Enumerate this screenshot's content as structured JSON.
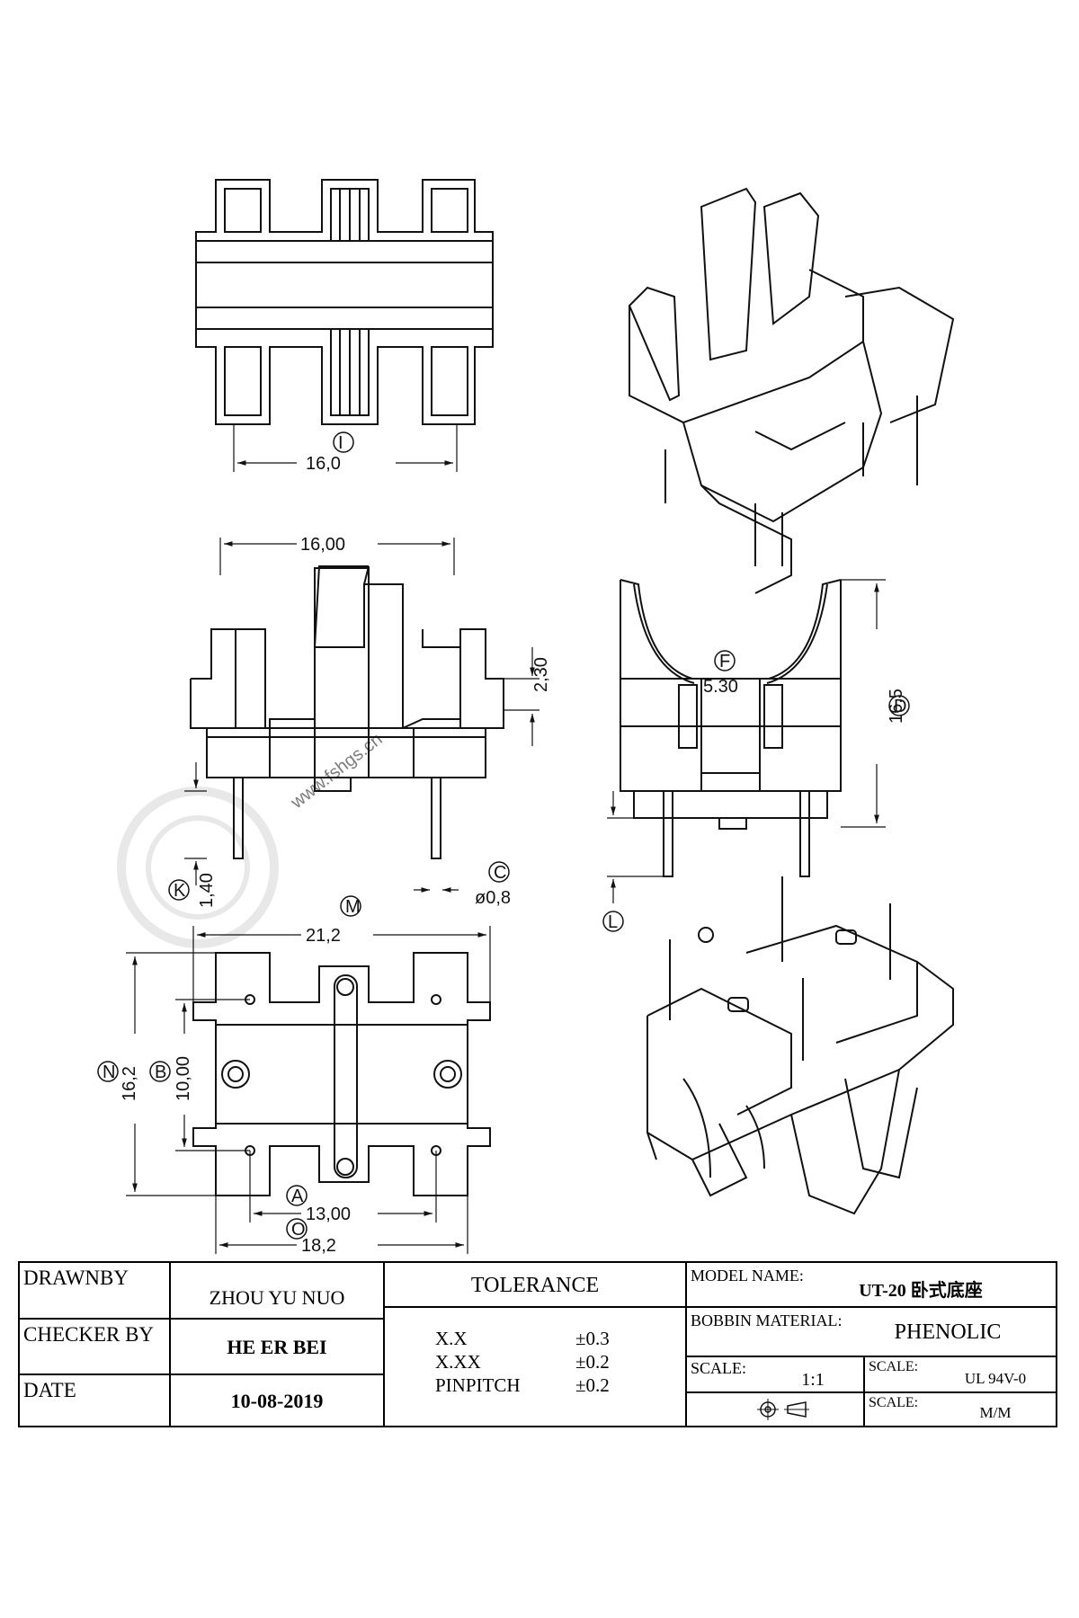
{
  "drawing": {
    "watermark": "www.fshgs.cn",
    "callouts": {
      "I": "I",
      "C": "C",
      "M": "M",
      "K": "K",
      "N": "N",
      "B": "B",
      "A": "A",
      "O": "O",
      "F": "F",
      "D": "D",
      "L": "L"
    },
    "dimensions": {
      "top_width": "16,0",
      "front_width": "16,00",
      "front_step": "2,30",
      "front_pin_len": "1,40",
      "pin_dia": "ø0,8",
      "bottom_width": "21,2",
      "bottom_height": "16,2",
      "bottom_pitch_v": "10,00",
      "bottom_pitch_h": "13,00",
      "bottom_base": "18,2",
      "side_slot": "5.30",
      "side_height": "16,5"
    }
  },
  "titleblock": {
    "drawn_by_label": "DRAWNBY",
    "drawn_by": "ZHOU YU NUO",
    "checker_label": "CHECKER BY",
    "checker": "HE ER BEI",
    "date_label": "DATE",
    "date": "10-08-2019",
    "tolerance_title": "TOLERANCE",
    "tol_rows": [
      {
        "name": "X.X",
        "value": "±0.3"
      },
      {
        "name": "X.XX",
        "value": "±0.2"
      },
      {
        "name": "PINPITCH",
        "value": "±0.2"
      }
    ],
    "model_label": "MODEL NAME:",
    "model": "UT-20 卧式底座",
    "material_label": "BOBBIN MATERIAL:",
    "material": "PHENOLIC",
    "scale_label": "SCALE:",
    "scale": "1:1",
    "scale2_label": "SCALE:",
    "scale2": "UL 94V-0",
    "scale3_label": "SCALE:",
    "scale3": "M/M"
  }
}
